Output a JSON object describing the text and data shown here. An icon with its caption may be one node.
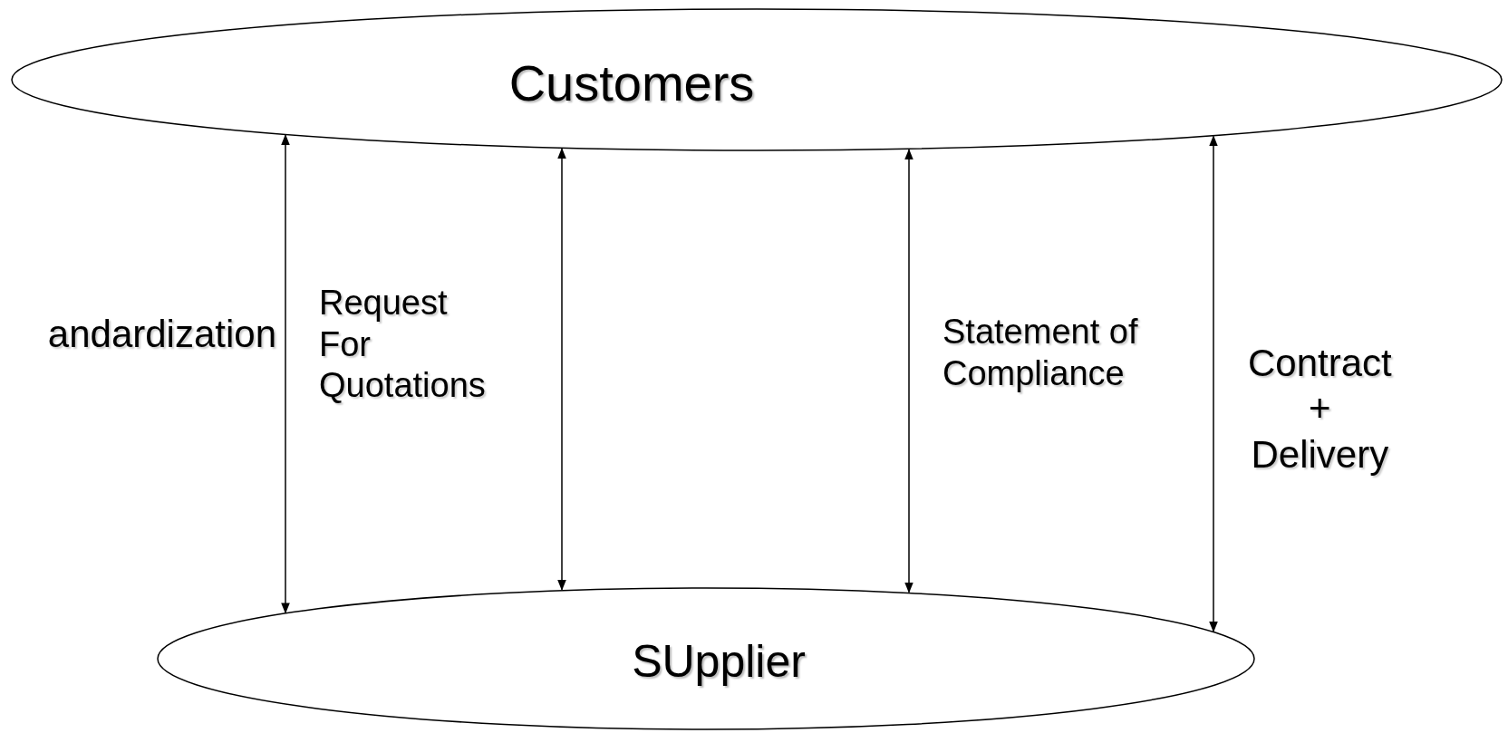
{
  "diagram": {
    "nodes": [
      {
        "text": [
          "Customers"
        ]
      },
      {
        "text": [
          "SUpplier"
        ]
      }
    ],
    "edges": [
      {
        "from": 0,
        "to": 1,
        "arrow": "both",
        "label": "andardization"
      },
      {
        "from": 0,
        "to": 1,
        "arrow": "both",
        "label": "Request For Quotations"
      },
      {
        "from": 0,
        "to": 1,
        "arrow": "both",
        "label": "Statement of Compliance"
      },
      {
        "from": 0,
        "to": 1,
        "arrow": "both",
        "label": "Contract + Delivery"
      }
    ]
  }
}
